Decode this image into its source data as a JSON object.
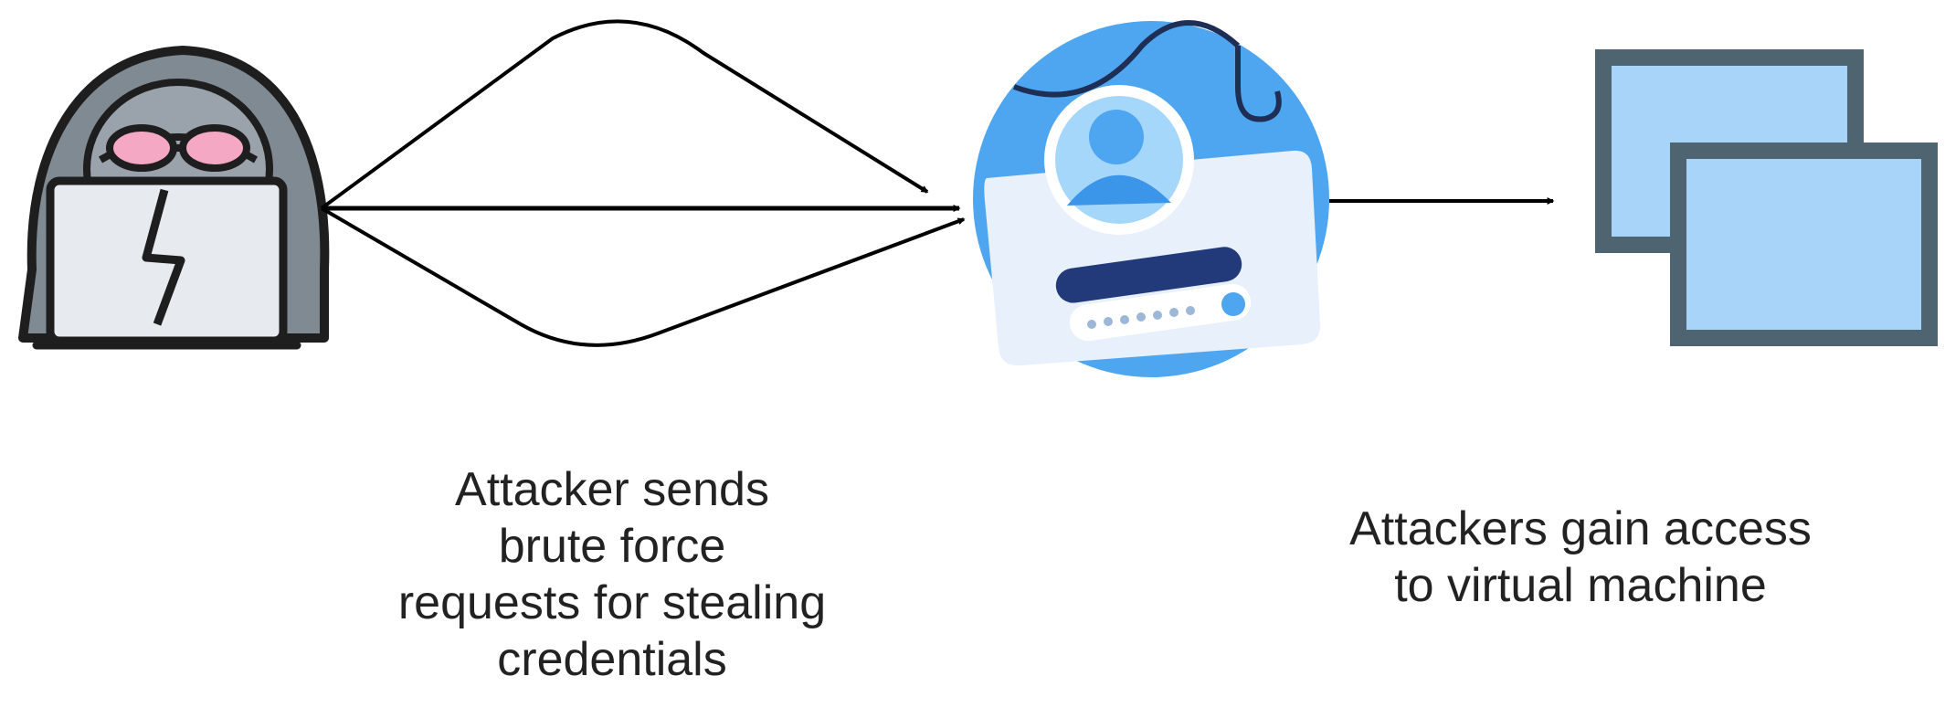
{
  "captions": {
    "brute_force": [
      "Attacker sends",
      "brute force",
      "requests for stealing",
      "credentials"
    ],
    "access": [
      "Attackers gain access",
      "to virtual machine"
    ]
  },
  "icons": {
    "attacker": "hooded-hacker-laptop-icon",
    "target": "phishing-login-icon",
    "destination": "virtual-machines-icon"
  },
  "colors": {
    "hood": "#7f8a93",
    "glasses": "#f4a8c4",
    "laptop": "#e7ebef",
    "phish_circle": "#4da6ef",
    "vm_screen": "#a8d4fa",
    "vm_frame": "#4e6470"
  }
}
